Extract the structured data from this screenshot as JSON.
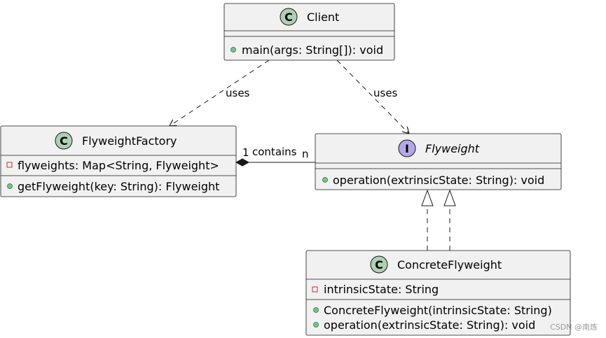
{
  "colors": {
    "box_fill": "#f1f1f1",
    "box_border": "#181818",
    "class_badge": "#add1b2",
    "interface_badge": "#b4a7e5",
    "public_dot": "#84be84",
    "private_dot": "#c82930"
  },
  "classes": {
    "client": {
      "badge": "C",
      "name": "Client",
      "methods": [
        "main(args: String[]): void"
      ]
    },
    "factory": {
      "badge": "C",
      "name": "FlyweightFactory",
      "fields": [
        "flyweights: Map<String, Flyweight>"
      ],
      "methods": [
        "getFlyweight(key: String): Flyweight"
      ]
    },
    "flyweight": {
      "badge": "I",
      "name": "Flyweight",
      "methods": [
        "operation(extrinsicState: String): void"
      ]
    },
    "concrete": {
      "badge": "C",
      "name": "ConcreteFlyweight",
      "fields": [
        "intrinsicState: String"
      ],
      "methods": [
        "ConcreteFlyweight(intrinsicState: String)",
        "operation(extrinsicState: String): void"
      ]
    }
  },
  "relations": {
    "client_factory": "uses",
    "client_flyweight": "uses",
    "factory_flyweight": {
      "label": "contains",
      "source_mult": "1",
      "target_mult": "n"
    }
  },
  "watermark": "CSDN @南炼"
}
